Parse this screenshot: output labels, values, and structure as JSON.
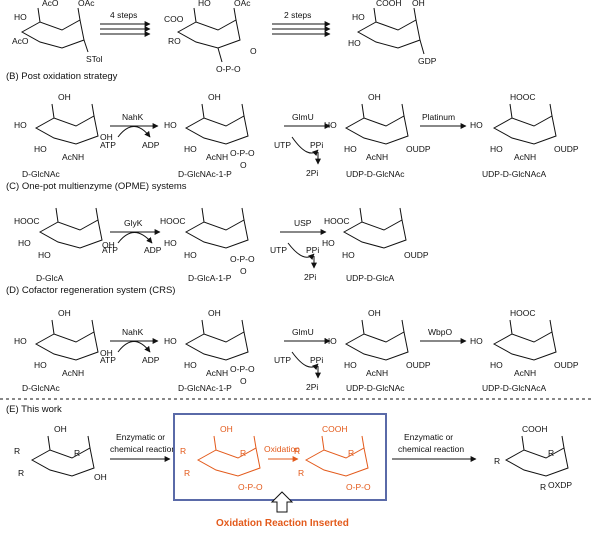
{
  "sections": {
    "b": "(B) Post oxidation strategy",
    "c": "(C) One-pot multienzyme (OPME) systems",
    "d": "(D) Cofactor regeneration system (CRS)",
    "e": "(E) This work"
  },
  "row_a": {
    "step1": "4 steps",
    "step2": "2 steps",
    "tol": "STol",
    "gdp": "GDP"
  },
  "row_b": {
    "enz1": "NahK",
    "enz2": "GlmU",
    "enz3": "Platinum",
    "atp": "ATP",
    "adp": "ADP",
    "utp": "UTP",
    "ppi": "PPi",
    "pi": "2Pi",
    "names": [
      "D-GlcNAc",
      "D-GlcNAc-1-P",
      "UDP-D-GlcNAc",
      "UDP-D-GlcNAcA"
    ]
  },
  "row_c": {
    "enz1": "GlyK",
    "enz2": "USP",
    "atp": "ATP",
    "adp": "ADP",
    "utp": "UTP",
    "ppi": "PPi",
    "pi": "2Pi",
    "names": [
      "D-GlcA",
      "D-GlcA-1-P",
      "UDP-D-GlcA"
    ]
  },
  "row_d": {
    "enz1": "NahK",
    "enz2": "GlmU",
    "enz3": "WbpO",
    "atp": "ATP",
    "adp": "ADP",
    "utp": "UTP",
    "ppi": "PPi",
    "pi": "2Pi",
    "names": [
      "D-GlcNAc",
      "D-GlcNAc-1-P",
      "UDP-D-GlcNAc",
      "UDP-D-GlcNAcA"
    ]
  },
  "row_e": {
    "left_arrow": [
      "Enzymatic or",
      "chemical reaction"
    ],
    "right_arrow": [
      "Enzymatic or",
      "chemical reaction"
    ],
    "oxidation": "Oxidation",
    "caption": "Oxidation Reaction Inserted",
    "xdp": "OXDP"
  },
  "colors": {
    "accent": "#e35a1b",
    "box_border": "#5a6aa8"
  }
}
